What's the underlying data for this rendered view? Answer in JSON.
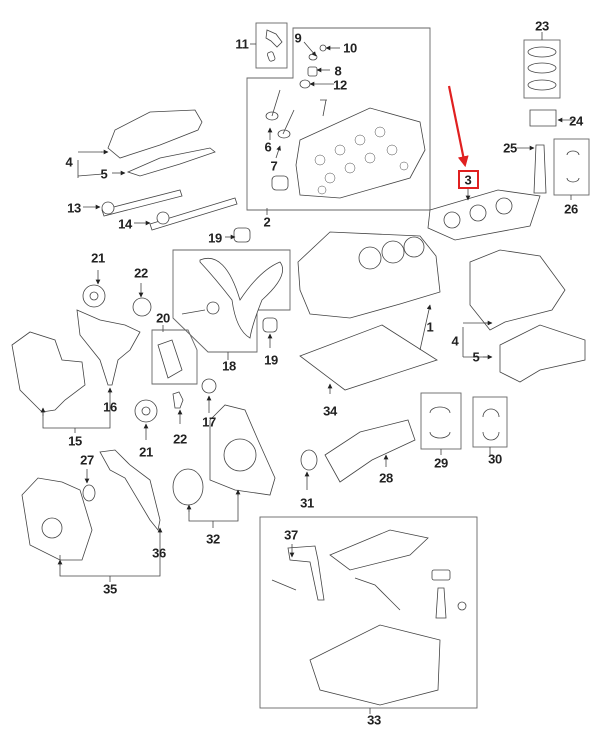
{
  "diagram": {
    "title": "Engine exploded parts diagram",
    "highlighted_part": "3",
    "highlight_color": "#e02020",
    "line_color": "#555555",
    "callouts": [
      {
        "id": "c1",
        "label": "1"
      },
      {
        "id": "c2",
        "label": "2"
      },
      {
        "id": "c3",
        "label": "3"
      },
      {
        "id": "c4a",
        "label": "4"
      },
      {
        "id": "c4b",
        "label": "4"
      },
      {
        "id": "c5a",
        "label": "5"
      },
      {
        "id": "c5b",
        "label": "5"
      },
      {
        "id": "c6",
        "label": "6"
      },
      {
        "id": "c7",
        "label": "7"
      },
      {
        "id": "c8",
        "label": "8"
      },
      {
        "id": "c9",
        "label": "9"
      },
      {
        "id": "c10",
        "label": "10"
      },
      {
        "id": "c11",
        "label": "11"
      },
      {
        "id": "c12",
        "label": "12"
      },
      {
        "id": "c13",
        "label": "13"
      },
      {
        "id": "c14",
        "label": "14"
      },
      {
        "id": "c15",
        "label": "15"
      },
      {
        "id": "c16",
        "label": "16"
      },
      {
        "id": "c17",
        "label": "17"
      },
      {
        "id": "c18",
        "label": "18"
      },
      {
        "id": "c19a",
        "label": "19"
      },
      {
        "id": "c19b",
        "label": "19"
      },
      {
        "id": "c20",
        "label": "20"
      },
      {
        "id": "c21a",
        "label": "21"
      },
      {
        "id": "c21b",
        "label": "21"
      },
      {
        "id": "c22a",
        "label": "22"
      },
      {
        "id": "c22b",
        "label": "22"
      },
      {
        "id": "c23",
        "label": "23"
      },
      {
        "id": "c24",
        "label": "24"
      },
      {
        "id": "c25",
        "label": "25"
      },
      {
        "id": "c26",
        "label": "26"
      },
      {
        "id": "c27",
        "label": "27"
      },
      {
        "id": "c28",
        "label": "28"
      },
      {
        "id": "c29",
        "label": "29"
      },
      {
        "id": "c30",
        "label": "30"
      },
      {
        "id": "c31",
        "label": "31"
      },
      {
        "id": "c32",
        "label": "32"
      },
      {
        "id": "c33",
        "label": "33"
      },
      {
        "id": "c34",
        "label": "34"
      },
      {
        "id": "c35",
        "label": "35"
      },
      {
        "id": "c36",
        "label": "36"
      },
      {
        "id": "c37",
        "label": "37"
      }
    ]
  }
}
